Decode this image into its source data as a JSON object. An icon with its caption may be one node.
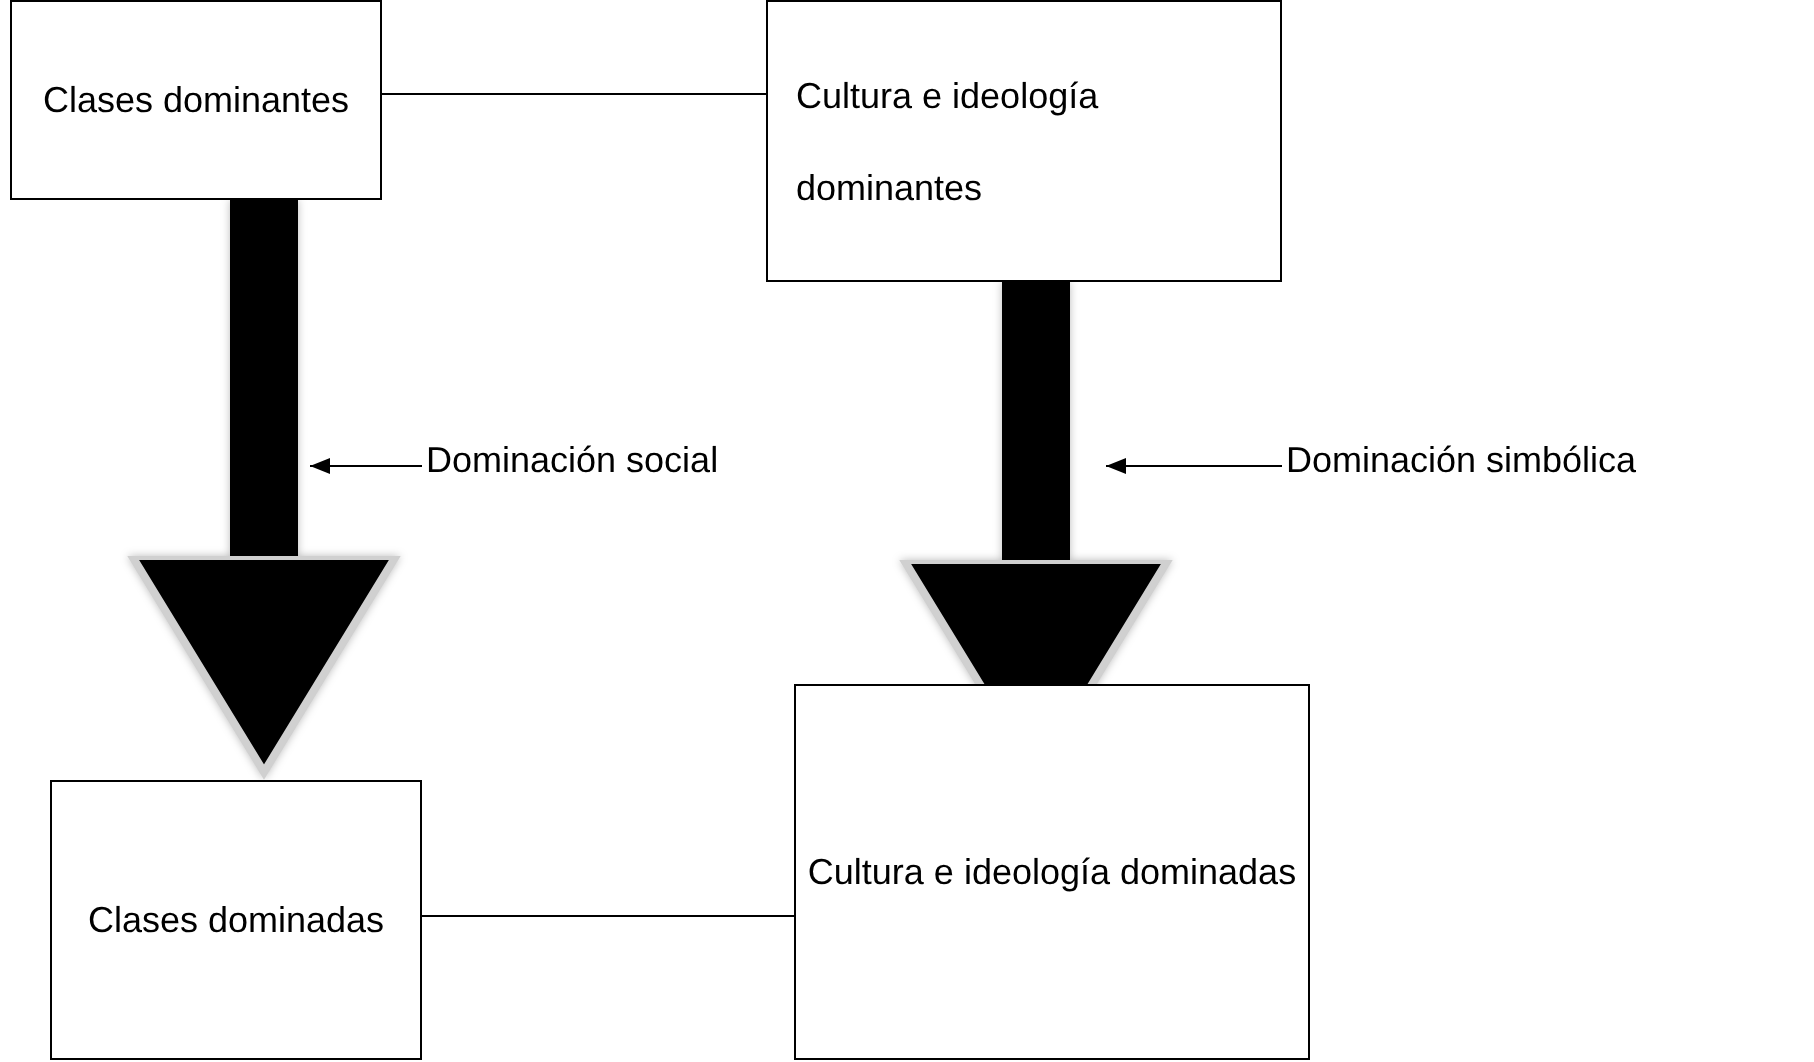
{
  "diagram": {
    "nodes": [
      {
        "text": [
          "Clases dominantes"
        ]
      },
      {
        "text": [
          "Cultura e ideología dominantes"
        ]
      },
      {
        "text": [
          "Dominación social"
        ]
      },
      {
        "text": [
          "Dominación simbólica"
        ]
      },
      {
        "text": [
          "Clases dominadas"
        ]
      },
      {
        "text": [
          "Cultura e ideología dominadas"
        ]
      }
    ],
    "edges": [
      {
        "from": 0,
        "to": 1,
        "arrow": "none"
      },
      {
        "from": 0,
        "to": 4,
        "arrow": "to",
        "style": "thick"
      },
      {
        "from": 1,
        "to": 5,
        "arrow": "to",
        "style": "thick"
      },
      {
        "from": 2,
        "to": null,
        "arrow": "to"
      },
      {
        "from": 3,
        "to": null,
        "arrow": "to"
      },
      {
        "from": 4,
        "to": 5,
        "arrow": "none"
      }
    ]
  }
}
